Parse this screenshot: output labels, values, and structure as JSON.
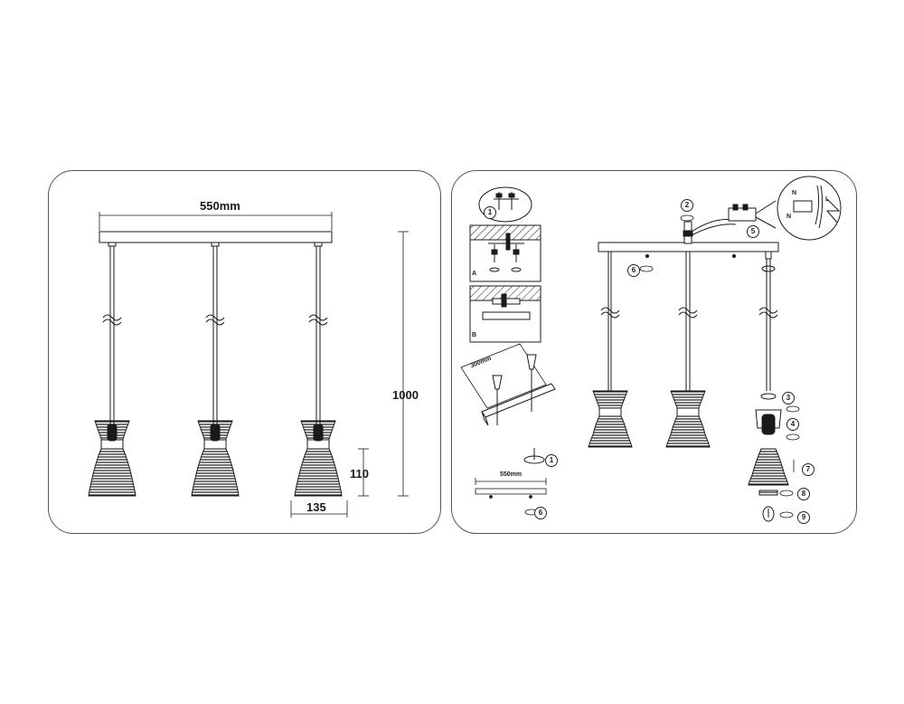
{
  "dimensions": {
    "bar_width": "550mm",
    "drop_height": "1000",
    "shade_height": "110",
    "shade_width": "135"
  },
  "install": {
    "detail_a_label": "A",
    "detail_b_label": "B",
    "bracket_hole_spacing": "300mm",
    "bar_width_small": "550mm",
    "terminal_n": "N",
    "terminal_l": "L",
    "steps": [
      "1",
      "2",
      "3",
      "4",
      "5",
      "6",
      "7",
      "8",
      "9"
    ]
  },
  "colors": {
    "line": "#1a1a1a",
    "panel_border": "#555555"
  }
}
